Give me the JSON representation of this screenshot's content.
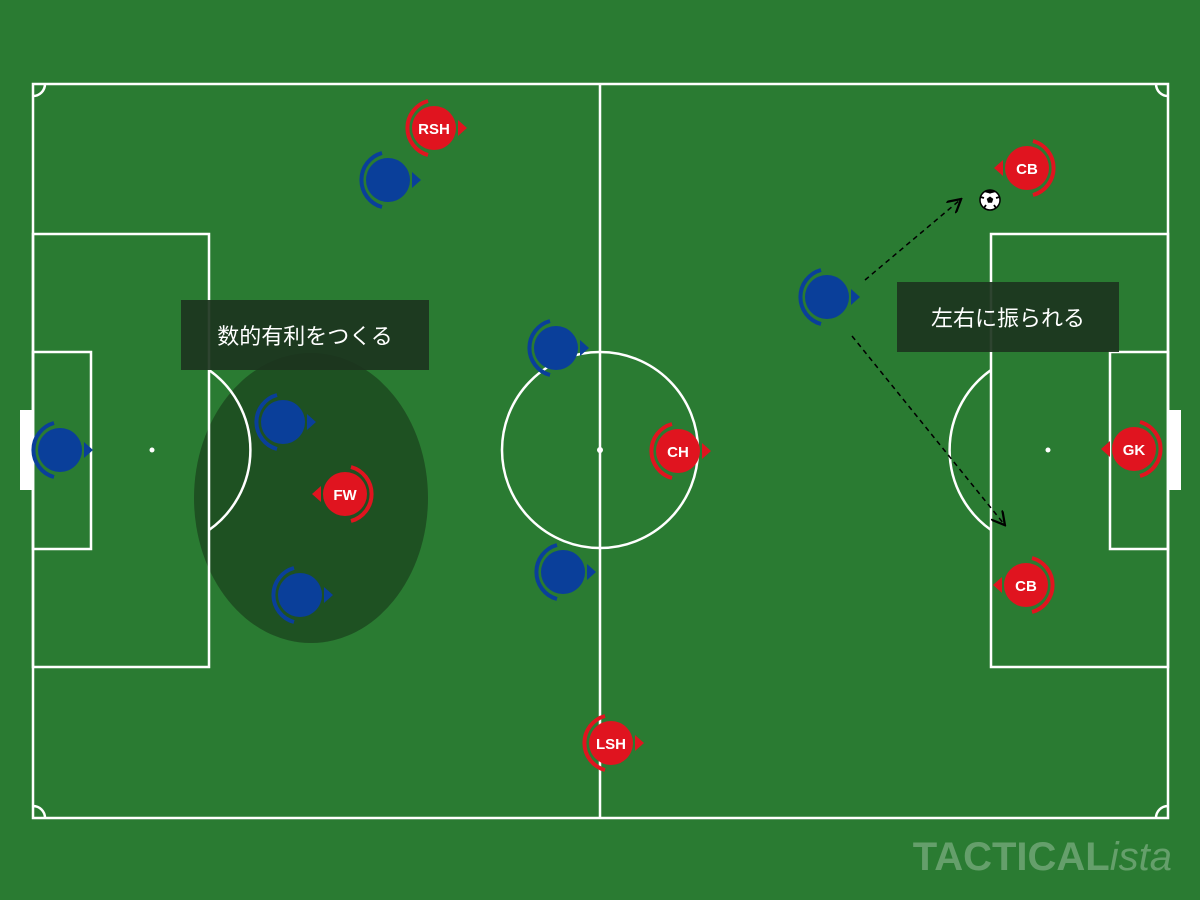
{
  "annotations": {
    "left_label": "数的有利をつくる",
    "right_label": "左右に振られる"
  },
  "watermark": {
    "part1": "TACTICAL",
    "part2": "ista"
  },
  "colors": {
    "pitch": "#2a7b32",
    "lines": "#ffffff",
    "red_team": "#e0141f",
    "blue_team": "#0a3f9a",
    "highlight_zone": "#1c4a20"
  },
  "red_players": [
    {
      "id": "rsh",
      "label": "RSH",
      "facing": "right"
    },
    {
      "id": "cb-top",
      "label": "CB",
      "facing": "left"
    },
    {
      "id": "ch",
      "label": "CH",
      "facing": "right"
    },
    {
      "id": "fw",
      "label": "FW",
      "facing": "left"
    },
    {
      "id": "gk",
      "label": "GK",
      "facing": "left"
    },
    {
      "id": "cb-bottom",
      "label": "CB",
      "facing": "left"
    },
    {
      "id": "lsh",
      "label": "LSH",
      "facing": "right"
    }
  ],
  "blue_players": [
    {
      "id": "gk",
      "facing": "right"
    },
    {
      "id": "winger-top",
      "facing": "right"
    },
    {
      "id": "cb-left",
      "facing": "right"
    },
    {
      "id": "cb-right",
      "facing": "right"
    },
    {
      "id": "mid-top",
      "facing": "right"
    },
    {
      "id": "mid-bottom",
      "facing": "right"
    },
    {
      "id": "forward",
      "facing": "right"
    }
  ],
  "ball": {
    "icon": "soccer-ball-icon"
  }
}
